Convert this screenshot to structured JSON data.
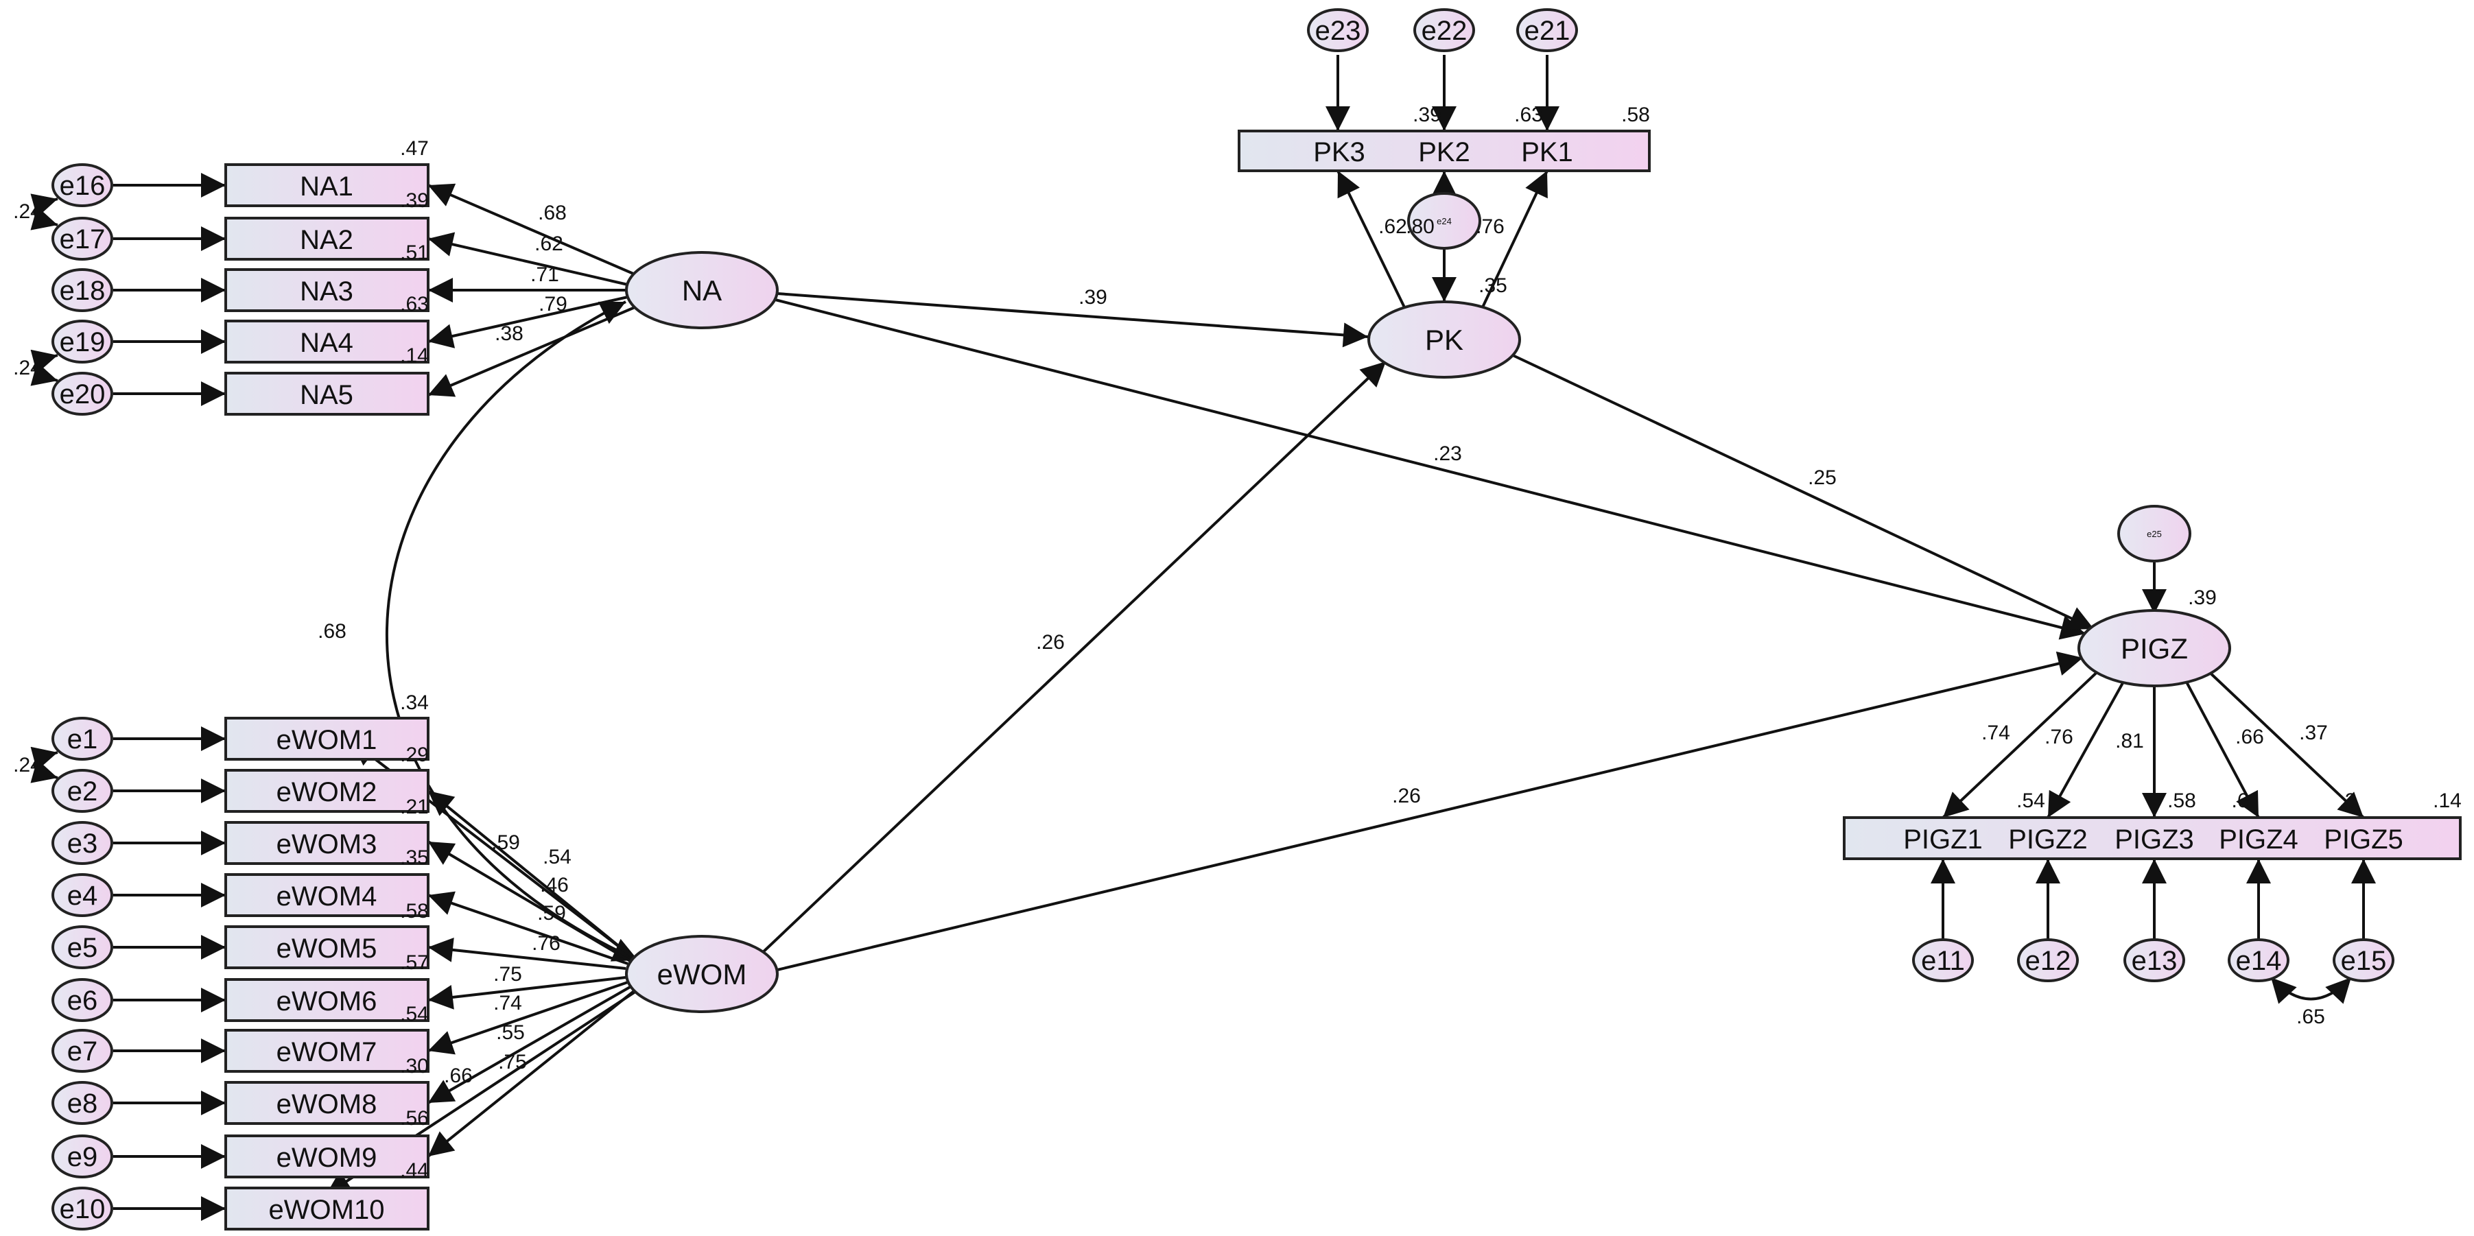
{
  "latents": {
    "na": "NA",
    "ewom": "eWOM",
    "pk": "PK",
    "pigz": "PIGZ"
  },
  "observed": {
    "na": [
      "NA1",
      "NA2",
      "NA3",
      "NA4",
      "NA5"
    ],
    "ewom": [
      "eWOM1",
      "eWOM2",
      "eWOM3",
      "eWOM4",
      "eWOM5",
      "eWOM6",
      "eWOM7",
      "eWOM8",
      "eWOM9",
      "eWOM10"
    ],
    "pk": [
      "PK3",
      "PK2",
      "PK1"
    ],
    "pigz": [
      "PIGZ1",
      "PIGZ2",
      "PIGZ3",
      "PIGZ4",
      "PIGZ5"
    ]
  },
  "errors": {
    "na": [
      "e16",
      "e17",
      "e18",
      "e19",
      "e20"
    ],
    "ewom": [
      "e1",
      "e2",
      "e3",
      "e4",
      "e5",
      "e6",
      "e7",
      "e8",
      "e9",
      "e10"
    ],
    "pk": [
      "e23",
      "e22",
      "e21"
    ],
    "pigz": [
      "e11",
      "e12",
      "e13",
      "e14",
      "e15"
    ],
    "pk_disturbance": "e24",
    "pigz_disturbance": "e25"
  },
  "loadings": {
    "na": [
      ".68",
      ".62",
      ".71",
      ".79",
      ".38"
    ],
    "ewom": [
      ".59",
      ".54",
      ".46",
      ".59",
      ".76",
      ".75",
      ".74",
      ".55",
      ".75",
      ".66"
    ],
    "pk": [
      ".62",
      ".80",
      ".76"
    ],
    "pigz": [
      ".74",
      ".76",
      ".81",
      ".66",
      ".37"
    ]
  },
  "r_squared": {
    "na": [
      ".47",
      ".39",
      ".51",
      ".63",
      ".14"
    ],
    "ewom": [
      ".34",
      ".29",
      ".21",
      ".35",
      ".58",
      ".57",
      ".54",
      ".30",
      ".56",
      ".44"
    ],
    "pk_items": [
      ".39",
      ".63",
      ".58"
    ],
    "pigz_items": [
      ".54",
      ".58",
      ".6",
      ".3",
      ".14"
    ],
    "pk": ".35",
    "pigz": ".39"
  },
  "structural": {
    "na_pk": ".39",
    "na_pigz": ".23",
    "ewom_pk": ".26",
    "ewom_pigz": ".26",
    "pk_pigz": ".25",
    "na_ewom": ".68"
  },
  "error_covariances": {
    "e14_e15": ".65",
    "e16_e17": ".24",
    "e19_e20": ".24",
    "e1_e2": ".24"
  },
  "colors": {
    "fill_left": "#e1e6ef",
    "fill_right": "#f2d2ef",
    "stroke": "#222222"
  }
}
